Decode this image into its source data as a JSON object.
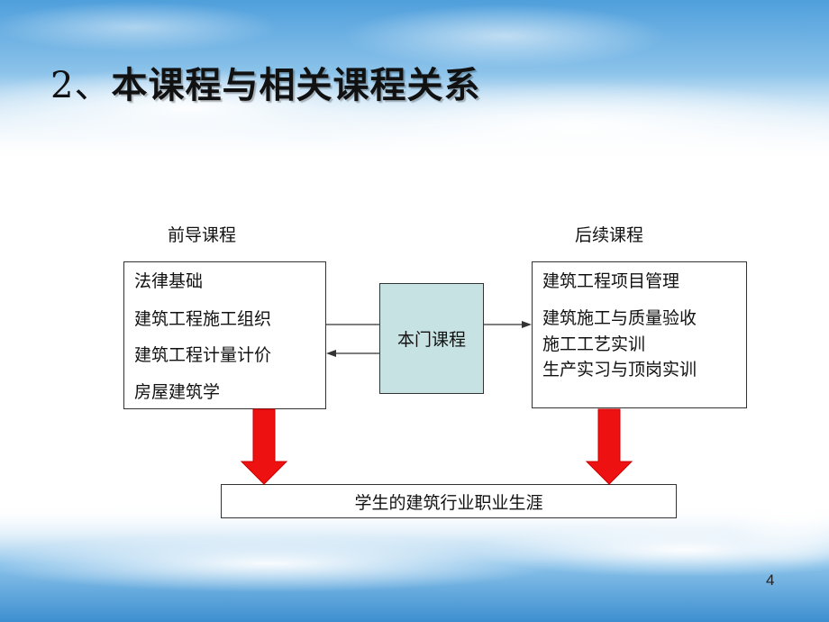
{
  "title": {
    "number": "2、",
    "text": "本课程与相关课程关系"
  },
  "prerequisite": {
    "heading": "前导课程",
    "items": [
      "法律基础",
      "建筑工程施工组织",
      "建筑工程计量计价",
      "房屋建筑学"
    ]
  },
  "core_course": "本门课程",
  "follow_up": {
    "heading": "后续课程",
    "items": [
      "建筑工程项目管理",
      "建筑施工与质量验收",
      "施工工艺实训",
      "生产实习与顶岗实训"
    ]
  },
  "career": "学生的建筑行业职业生涯",
  "page_number": "4",
  "colors": {
    "arrow_red": "#ee1111",
    "core_fill": "#c6e2e2",
    "sky": "#5aa6de"
  }
}
